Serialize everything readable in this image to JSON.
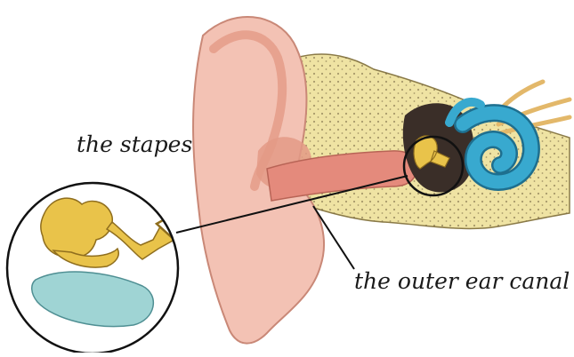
{
  "labels": {
    "stapes": "the stapes",
    "outer_ear_canal": "the outer ear canal"
  },
  "colors": {
    "skin": "#f3c2b4",
    "skin_shadow": "#e39a86",
    "canal_pink": "#e48a7c",
    "bone": "#efe3a3",
    "bone_dots": "#6b5a3a",
    "cochlea_blue": "#38a9cf",
    "ossicles_yellow": "#e9c34a",
    "footplate_blue": "#9fd4d4",
    "ink": "#111111",
    "nerve": "#e3b86a"
  },
  "icons": {
    "zoom_callout": "magnifier-circle",
    "pointer": "leader-line"
  }
}
